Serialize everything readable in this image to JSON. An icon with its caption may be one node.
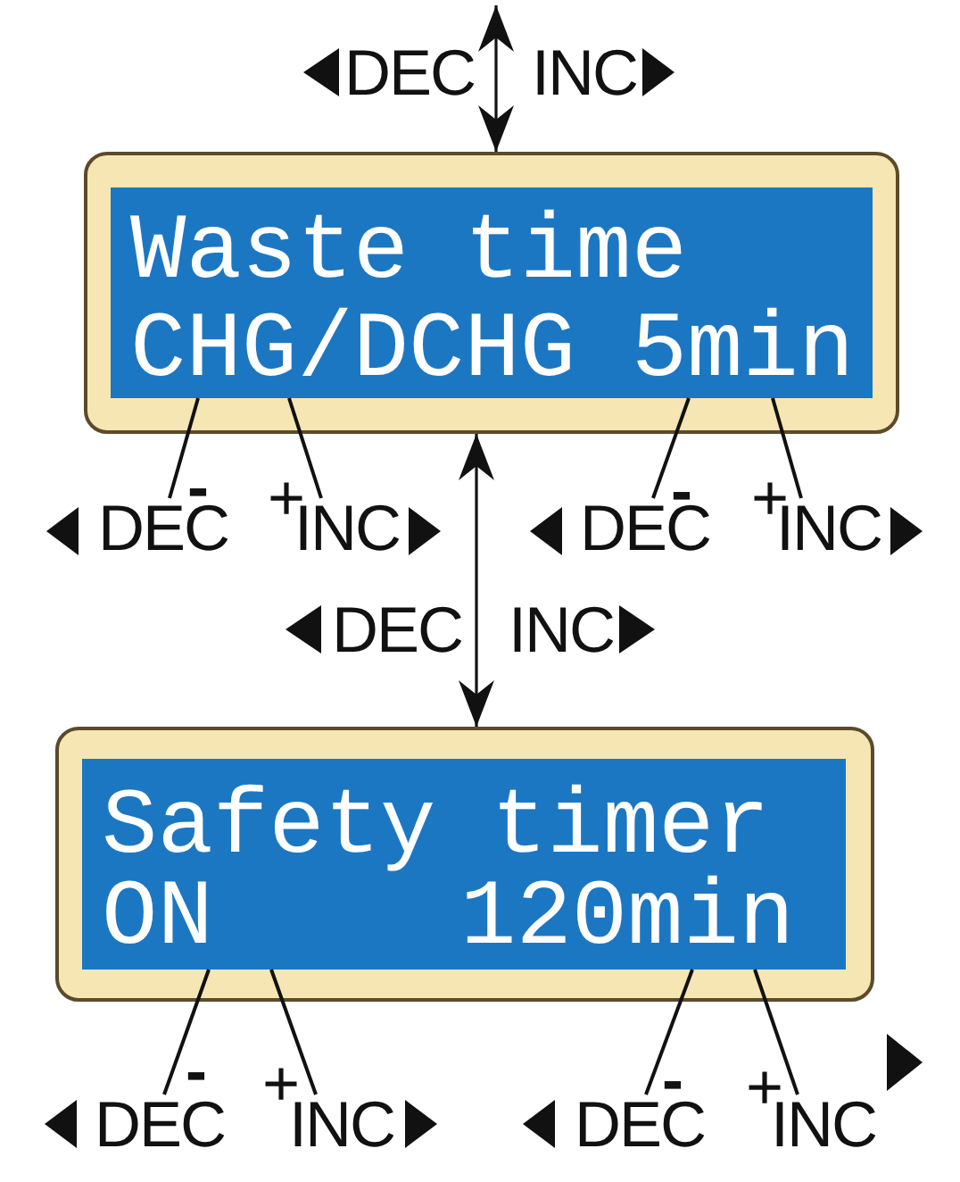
{
  "diagram": {
    "nodes": [
      {
        "text": [],
        "shape": "box"
      },
      {
        "text": [
          "Waste time",
          "CHG/DCHG 5min"
        ],
        "in": 0
      },
      {
        "text": [
          "DEC"
        ]
      },
      {
        "text": [
          "INC"
        ]
      },
      {
        "text": [
          "DEC"
        ]
      },
      {
        "text": [
          "INC"
        ]
      },
      {
        "text": [],
        "shape": "box"
      },
      {
        "text": [
          "Safety timer",
          "ON",
          "120min"
        ],
        "in": 6
      },
      {
        "text": [
          "DEC"
        ]
      },
      {
        "text": [
          "INC"
        ]
      },
      {
        "text": [
          "DEC"
        ]
      },
      {
        "text": [
          "INC"
        ]
      }
    ],
    "edges": [
      {
        "from": null,
        "to": 0,
        "arrow": "both"
      },
      {
        "from": 0,
        "to": 6,
        "arrow": "both"
      },
      {
        "from": 2,
        "to": 1,
        "arrow": "none"
      },
      {
        "from": 3,
        "to": 1,
        "arrow": "none"
      },
      {
        "from": 4,
        "to": 1,
        "arrow": "none"
      },
      {
        "from": 5,
        "to": 1,
        "arrow": "none"
      },
      {
        "from": 8,
        "to": 7,
        "arrow": "none"
      },
      {
        "from": 9,
        "to": 7,
        "arrow": "none"
      },
      {
        "from": 10,
        "to": 7,
        "arrow": "none"
      },
      {
        "from": 11,
        "to": 7,
        "arrow": "none"
      }
    ],
    "labels": [
      "DEC",
      "INC",
      "-",
      "+",
      "-",
      "+",
      "DEC",
      "INC",
      "-",
      "+",
      "-",
      "+"
    ]
  }
}
